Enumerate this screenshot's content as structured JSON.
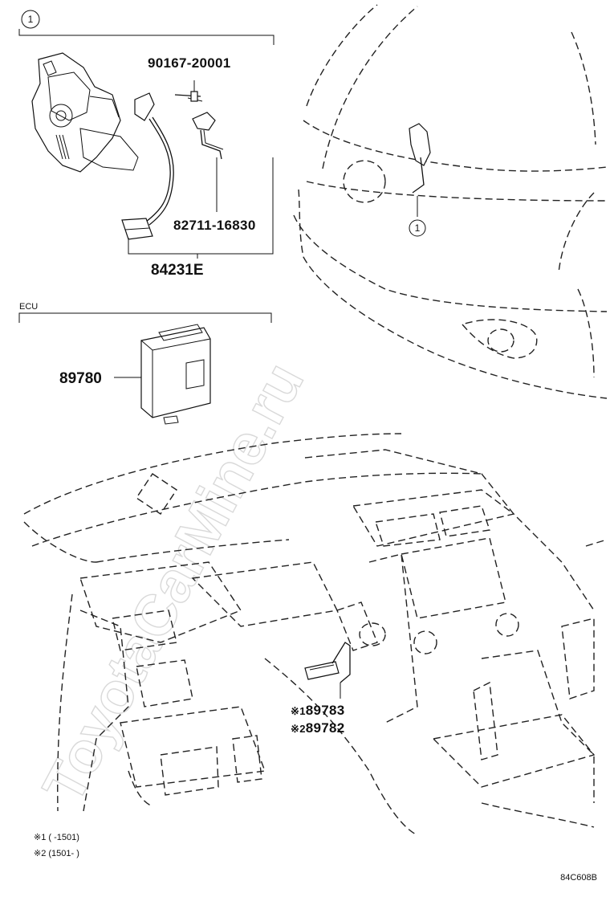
{
  "group_callout": "1",
  "ecu_label": "ECU",
  "parts": {
    "bolt": "90167-20001",
    "hook_bracket": "82711-16830",
    "switch_assy": "84231E",
    "ecu": "89780",
    "antenna_1": "89783",
    "antenna_2": "89782"
  },
  "markers": {
    "m1": "※1",
    "m2": "※2"
  },
  "footnotes": {
    "note1": "※1 (    -1501)",
    "note2": "※2 (1501-    )"
  },
  "figure_code": "84C608B",
  "watermark": "ToyotaCarMine.ru"
}
